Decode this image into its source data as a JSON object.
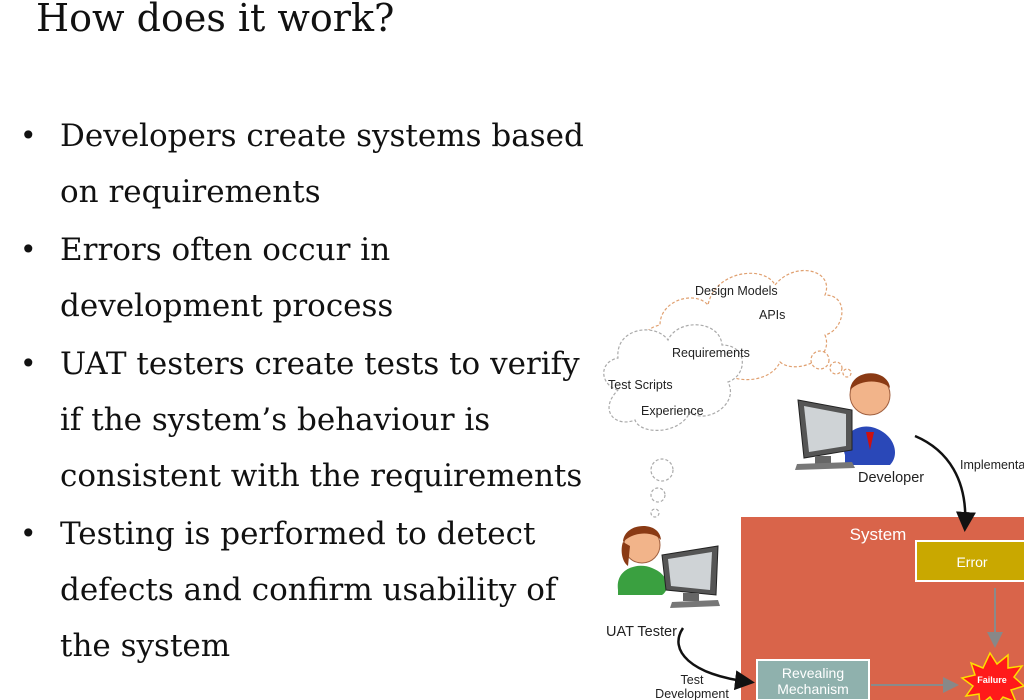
{
  "title": "How does it work?",
  "bullets": [
    "Developers create systems based on requirements",
    "Errors often occur in development process",
    "UAT testers create tests to verify if the system’s behaviour is consistent with the requirements",
    "Testing is performed to detect defects and confirm usability of the system"
  ],
  "diagram": {
    "dev_cloud": [
      "Design Models",
      "APIs",
      "Requirements"
    ],
    "tester_cloud": [
      "Test Scripts",
      "Experience"
    ],
    "developer_label": "Developer",
    "implementation_label": "Implementa",
    "system_label": "System",
    "error_label": "Error",
    "tester_label": "UAT Tester",
    "test_dev_line1": "Test",
    "test_dev_line2": "Development",
    "revealing_line1": "Revealing",
    "revealing_line2": "Mechanism",
    "failure_label": "Failure",
    "colors": {
      "system_box": "#d9644a",
      "error_box": "#c9a800",
      "revealing_box": "#8fb1ad",
      "failure_burst": "#ff1a1a",
      "cloud_stroke": "#e0a070",
      "developer_shirt": "#2a48b8",
      "tester_shirt": "#3aa040"
    }
  }
}
